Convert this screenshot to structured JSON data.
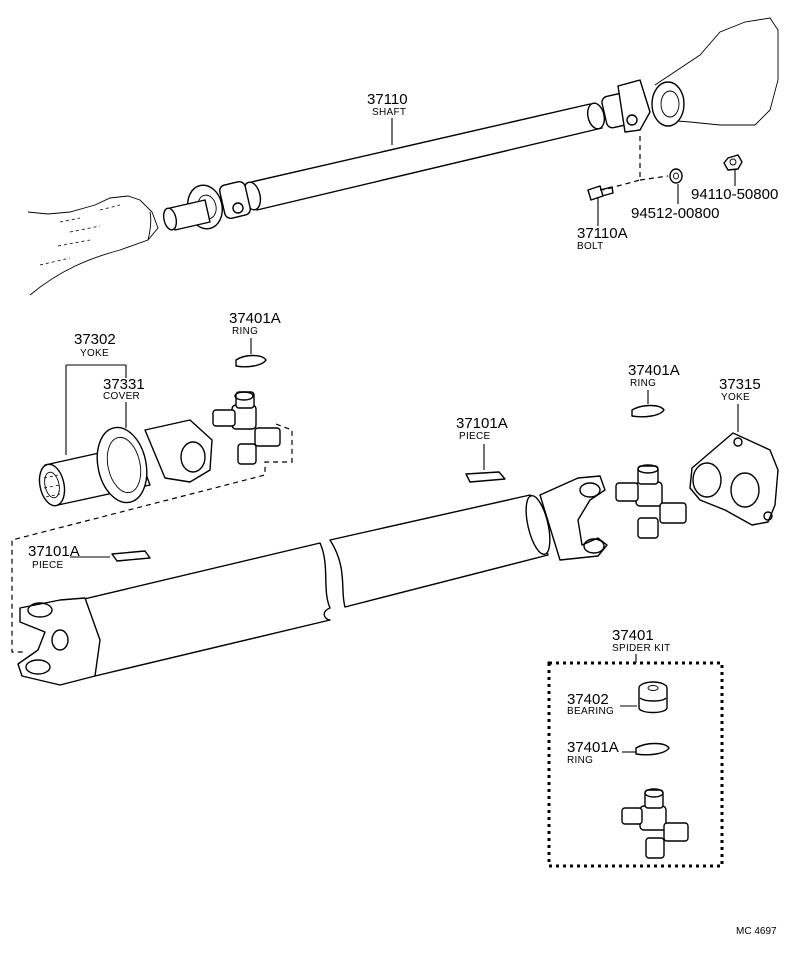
{
  "parts": {
    "p37110": {
      "number": "37110",
      "name": "SHAFT"
    },
    "p37110a": {
      "number": "37110A",
      "name": "BOLT"
    },
    "p94512": {
      "number": "94512-00800"
    },
    "p94110": {
      "number": "94110-50800"
    },
    "p37302": {
      "number": "37302",
      "name": "YOKE"
    },
    "p37331": {
      "number": "37331",
      "name": "COVER"
    },
    "p37401a_1": {
      "number": "37401A",
      "name": "RING"
    },
    "p37401a_2": {
      "number": "37401A",
      "name": "RING"
    },
    "p37315": {
      "number": "37315",
      "name": "YOKE"
    },
    "p37101a_1": {
      "number": "37101A",
      "name": "PIECE"
    },
    "p37101a_2": {
      "number": "37101A",
      "name": "PIECE"
    },
    "p37401": {
      "number": "37401",
      "name": "SPIDER KIT"
    },
    "p37402": {
      "number": "37402",
      "name": "BEARING"
    },
    "p37401a_3": {
      "number": "37401A",
      "name": "RING"
    }
  },
  "reference": "MC 4697"
}
